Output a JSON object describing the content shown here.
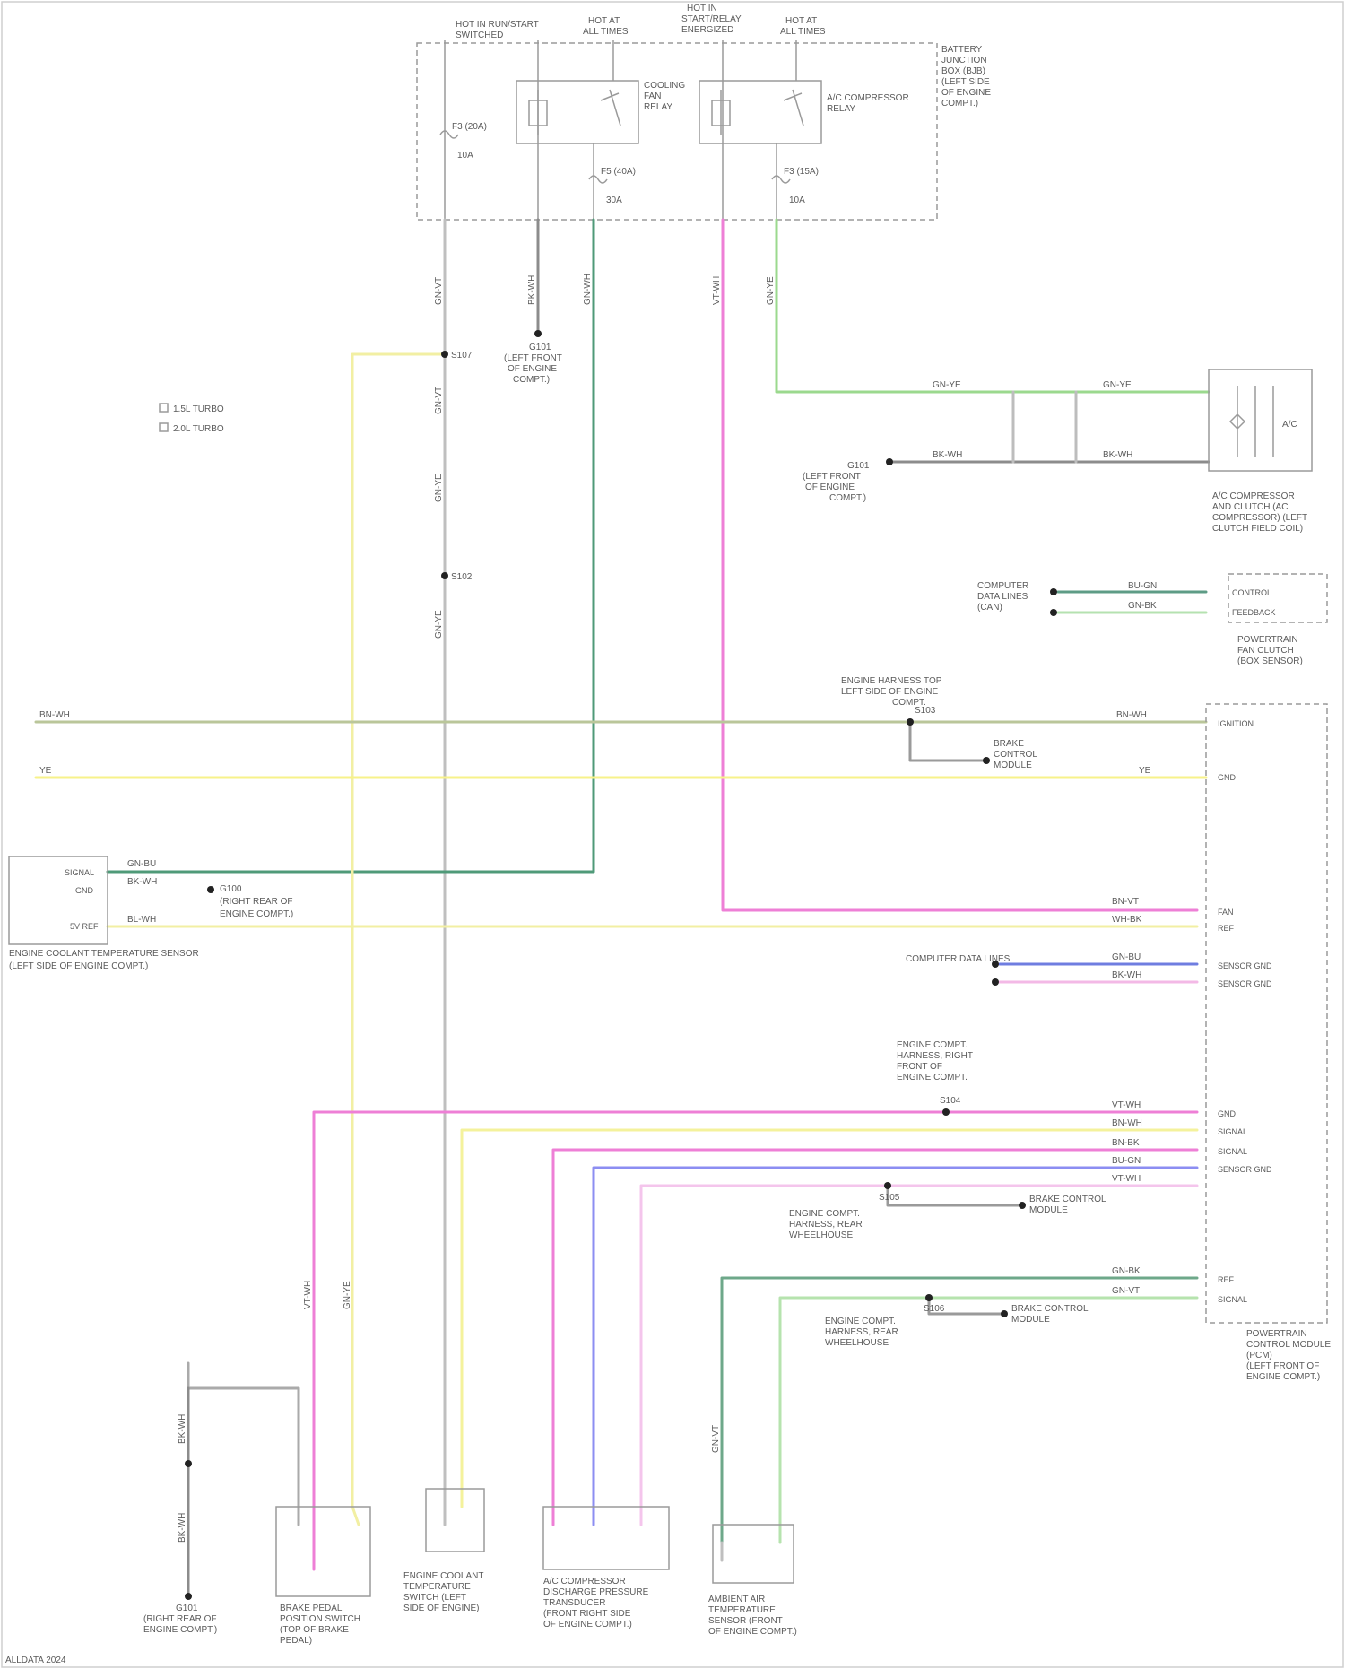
{
  "diagram": {
    "footer": "ALLDATA 2024",
    "legend": [
      "1.5L TURBO",
      "2.0L TURBO"
    ],
    "pdc": {
      "lines": [
        "BATTERY",
        "JUNCTION",
        "BOX (BJB)",
        "(LEFT SIDE",
        "OF ENGINE",
        "COMPT.)"
      ],
      "top_labels": {
        "hot_run_start": [
          "HOT IN RUN/START",
          "SWITCHED"
        ],
        "hot_all_times_1": [
          "HOT AT",
          "ALL TIMES"
        ],
        "hot_ig_relay": [
          "HOT IN",
          "START/RELAY",
          "ENERGIZED"
        ],
        "hot_all_times_2": [
          "HOT AT",
          "ALL TIMES"
        ]
      },
      "relay_1": [
        "COOLING",
        "FAN",
        "RELAY"
      ],
      "relay_2": [
        "A/C COMPRESSOR",
        "RELAY"
      ],
      "fuse_1": [
        "F3 (20A)",
        "10A"
      ],
      "fuse_2": [
        "F5 (40A)",
        "30A"
      ],
      "fuse_3": [
        "F3 (15A)",
        "10A"
      ]
    },
    "wires": {
      "w1": "GN-VT",
      "w2": "BK-WH",
      "w3": "GN-WH",
      "w4": "VT-WH",
      "w5": "GN-YE",
      "w6": "GN-YE",
      "w7": "GN-VT",
      "w8": "GN-YE",
      "bus_top": "BN-WH",
      "bus_yellow": "YE",
      "ect_1": "GN-BU",
      "ect_2": "BK-WH",
      "ect_3": "BL-WH",
      "pcm_1": "GN-BU",
      "pcm_2": "BK-WH",
      "pcm_3": "BN-VT",
      "pcm_4": "WH-BK",
      "pcm_5": "VT-WH",
      "pcm_6": "BN-WH",
      "pcm_7": "BN-BK",
      "pcm_8": "BU-GN",
      "pcm_9": "GN-BK",
      "pcm_10": "GN-VT",
      "pcm_11": "VT-WH",
      "sw_1": "VT-WH",
      "sw_2": "BK-WH",
      "sw_3": "BK-WH",
      "sw_4": "GN-YE",
      "sw_5": "GN-VT"
    },
    "splices": {
      "s1": "S107",
      "s2": "S102",
      "s3": "S103",
      "s4": "S104",
      "s5": "S105",
      "s6": "S106"
    },
    "grounds": {
      "g1": [
        "G101",
        "(LEFT FRONT",
        "OF ENGINE",
        "COMPT.)"
      ],
      "g2": [
        "G101",
        "(LEFT FRONT",
        "OF ENGINE",
        "COMPT.)"
      ],
      "g3": [
        "G100",
        "(RIGHT REAR OF",
        "ENGINE COMPT.)"
      ],
      "g4": [
        "G101",
        "(RIGHT REAR OF",
        "ENGINE COMPT.)"
      ]
    },
    "components": {
      "ac_clutch": [
        "A/C COMPRESSOR",
        "AND CLUTCH (AC",
        "COMPRESSOR) (LEFT",
        "CLUTCH FIELD COIL)"
      ],
      "ac_clutch_label": "A/C",
      "cooling_fan": [
        "POWERTRAIN",
        "FAN CLUTCH",
        "(BOX SENSOR)"
      ],
      "cooling_fan_pins": [
        "CONTROL",
        "FEEDBACK"
      ],
      "cooling_fan_label": [
        "COMPUTER",
        "DATA LINES",
        "(CAN)"
      ],
      "ect_sensor": [
        "ENGINE COOLANT TEMPERATURE SENSOR",
        "(LEFT SIDE OF ENGINE COMPT.)"
      ],
      "ect_pins": [
        "SIGNAL",
        "GND",
        "5V REF"
      ],
      "pcm": [
        "POWERTRAIN",
        "CONTROL MODULE",
        "(PCM)",
        "(LEFT FRONT OF",
        "ENGINE COMPT.)"
      ],
      "pcm_pins": [
        "IGNITION",
        "GND",
        "FAN",
        "REF",
        "SENSOR GND",
        "SENSOR GND",
        "GND",
        "SIGNAL",
        "SIGNAL",
        "SENSOR GND",
        "REF",
        "SIGNAL"
      ],
      "brake_sw": [
        "BRAKE PEDAL",
        "POSITION SWITCH",
        "(TOP OF BRAKE",
        "PEDAL)"
      ],
      "ect_sw": [
        "ENGINE COOLANT",
        "TEMPERATURE",
        "SWITCH (LEFT",
        "SIDE OF ENGINE)"
      ],
      "pressure": [
        "A/C COMPRESSOR",
        "DISCHARGE PRESSURE",
        "TRANSDUCER",
        "(FRONT RIGHT SIDE",
        "OF ENGINE COMPT.)"
      ],
      "ambient": [
        "AMBIENT AIR",
        "TEMPERATURE",
        "SENSOR (FRONT",
        "OF ENGINE COMPT.)"
      ]
    },
    "notes": {
      "n1": [
        "ENGINE HARNESS TOP",
        "LEFT SIDE OF ENGINE",
        "COMPT."
      ],
      "n2": [
        "BRAKE",
        "CONTROL",
        "MODULE"
      ],
      "n3": [
        "ENGINE COMPT.",
        "HARNESS, RIGHT",
        "FRONT OF",
        "ENGINE COMPT."
      ],
      "n4": [
        "ENGINE COMPT.",
        "HARNESS, REAR",
        "WHEELHOUSE"
      ],
      "n5": [
        "ENGINE COMPT.",
        "HARNESS, REAR",
        "WHEELHOUSE"
      ],
      "n6": [
        "BRAKE CONTROL",
        "MODULE"
      ],
      "n7": [
        "BRAKE CONTROL",
        "MODULE"
      ],
      "n8": "COMPUTER DATA LINES"
    }
  }
}
